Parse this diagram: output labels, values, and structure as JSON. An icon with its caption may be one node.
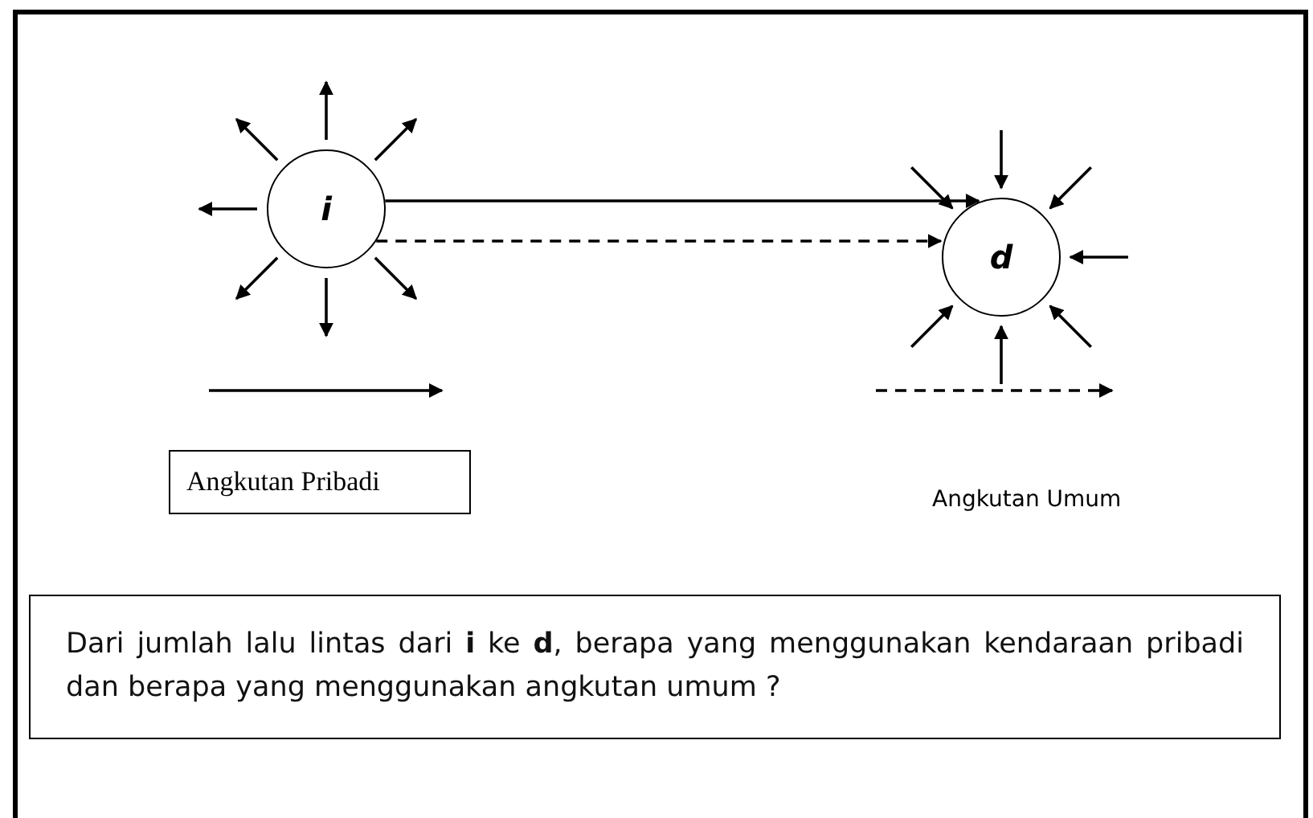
{
  "diagram": {
    "nodes": [
      {
        "text": [
          "i"
        ]
      },
      {
        "text": [
          "d"
        ]
      },
      {
        "text": [
          "Dari jumlah lalu lintas dari **i** ke **d**, berapa yang menggunakan kendaraan pribadi dan berapa yang menggunakan angkutan umum ?"
        ]
      }
    ],
    "edges": [
      {
        "from": 0,
        "to": 1,
        "arrow": "to"
      },
      {
        "from": 0,
        "to": 1,
        "arrow": "to",
        "style": "dashed"
      },
      {
        "from": 0,
        "to": null,
        "arrow": "to"
      },
      {
        "from": 0,
        "to": null,
        "arrow": "to"
      },
      {
        "from": 0,
        "to": null,
        "arrow": "to"
      },
      {
        "from": 0,
        "to": null,
        "arrow": "to"
      },
      {
        "from": 0,
        "to": null,
        "arrow": "to"
      },
      {
        "from": 0,
        "to": null,
        "arrow": "to"
      },
      {
        "from": 0,
        "to": null,
        "arrow": "to"
      },
      {
        "from": null,
        "to": 1,
        "arrow": "to"
      },
      {
        "from": null,
        "to": 1,
        "arrow": "to"
      },
      {
        "from": null,
        "to": 1,
        "arrow": "to"
      },
      {
        "from": null,
        "to": 1,
        "arrow": "to"
      },
      {
        "from": null,
        "to": 1,
        "arrow": "to"
      },
      {
        "from": null,
        "to": 1,
        "arrow": "to"
      },
      {
        "from": null,
        "to": 1,
        "arrow": "to"
      }
    ],
    "legend": [
      {
        "text": "Angkutan Pribadi"
      },
      {
        "text": "Angkutan Umum"
      }
    ]
  }
}
